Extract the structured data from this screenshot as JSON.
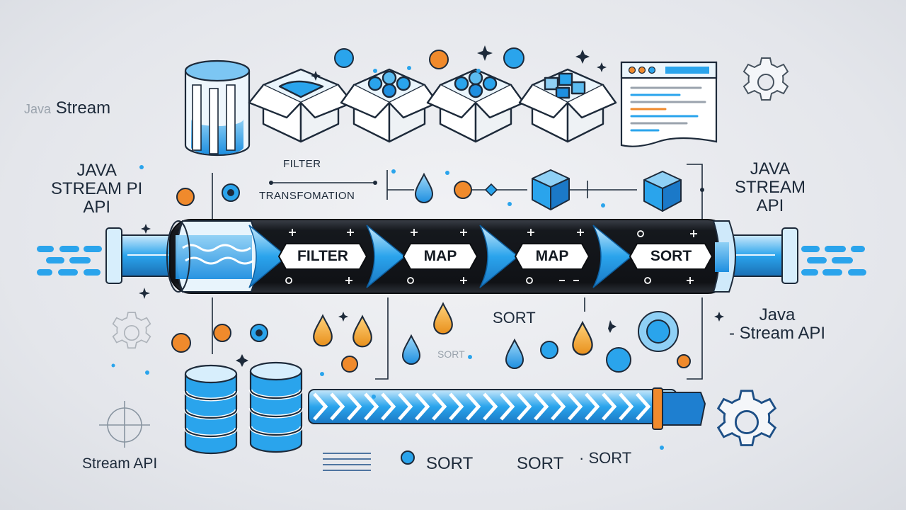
{
  "texts": {
    "header_left": {
      "faded": "Java",
      "main": "Stream"
    },
    "left_api": [
      "JAVA",
      "STREAM  PI",
      "API"
    ],
    "filter_small": "FILTER",
    "transformation_small": "TRANSFOMATION",
    "right_api": [
      "JAVA",
      "STREAM",
      "API"
    ],
    "right_api2": [
      "Java",
      "- Stream API"
    ],
    "bottom_left": "Stream API",
    "sort_mid": "SORT",
    "sort_faded": "SORT",
    "sort_bottom": [
      "SORT",
      "SORT",
      "· SORT"
    ]
  },
  "pipeline": {
    "stages": [
      "FILTER",
      "MAP",
      "MAP",
      "SORT"
    ]
  },
  "colors": {
    "accent_blue": "#2aa4ec",
    "light_blue": "#8fd0f5",
    "orange": "#f08a2c",
    "amber": "#f0a93a",
    "dark": "#14171c",
    "ink": "#1d2a3a"
  },
  "icons": [
    "cylinder-icon",
    "box-icon",
    "window-icon",
    "gear-icon",
    "cube-icon",
    "drop-icon",
    "database-icon",
    "crosshair-icon",
    "arrow-band-icon"
  ]
}
